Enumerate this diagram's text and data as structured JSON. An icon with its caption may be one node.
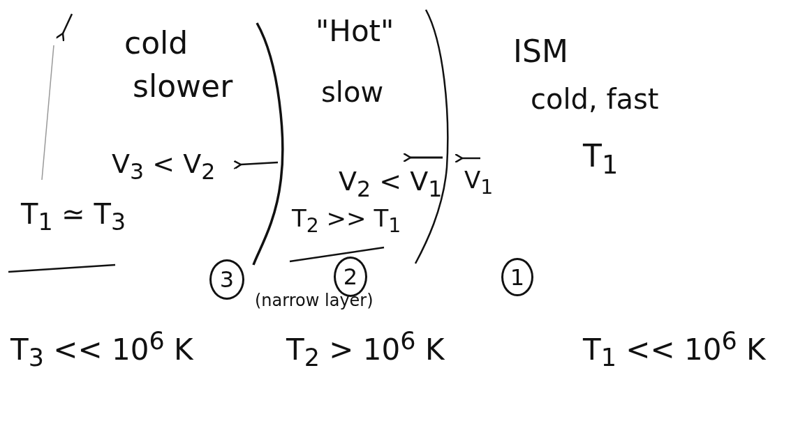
{
  "diagram": {
    "nodes": [
      {
        "text": [
          "3"
        ]
      },
      {
        "text": [
          "2"
        ]
      },
      {
        "text": [
          "1"
        ]
      }
    ],
    "labels": [
      "cold",
      "\"Hot\"",
      "ISM",
      "slower",
      "slow",
      "cold, fast",
      "V$_{3}$ < V$_{2}$",
      "T$_{1}$",
      "V$_{2}$ < V$_{1}$",
      "V$_{1}$",
      "T$_{1}$ ≃ T$_{3}$",
      "T$_{2}$ >> T$_{1}$",
      "(narrow layer)",
      "T$_{3}$ << 10$^{6}$ K",
      "T$_{2}$ > 10$^{6}$ K",
      "T$_{1}$ << 10$^{6}$ K"
    ]
  }
}
